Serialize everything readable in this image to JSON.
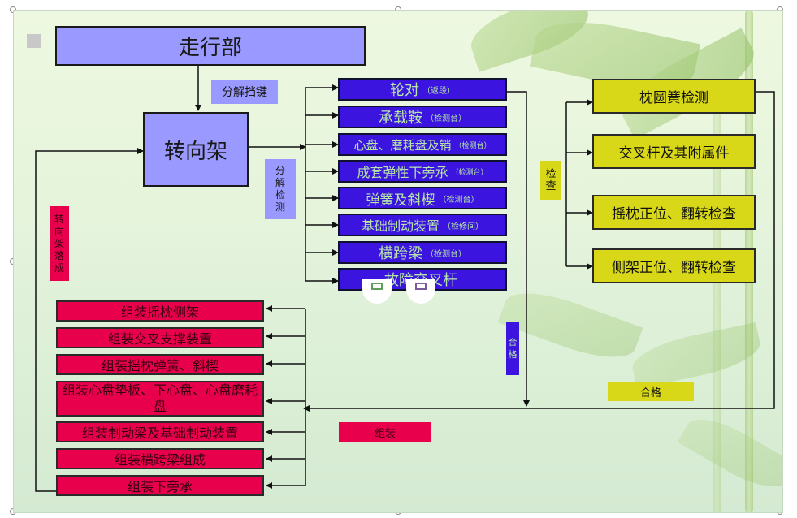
{
  "nodes": {
    "zouxingbu": "走行部",
    "fenjie_dangjian": "分解挡键",
    "zhuanxiangjia": "转向架",
    "fenjie_jiance": [
      "分",
      "解",
      "检",
      "测"
    ],
    "zhuanxiangjia_luocheng": [
      "转",
      "向",
      "架",
      "落",
      "成"
    ],
    "jiancha": [
      "检",
      "查"
    ],
    "hege_vertical": [
      "合",
      "格"
    ],
    "hege_label": "合格",
    "zuzhuang_label": "组装"
  },
  "inspect_items": [
    {
      "main": "轮对",
      "sub": "（返段）"
    },
    {
      "main": "承载鞍",
      "sub": "（检测台）"
    },
    {
      "main": "心盘、磨耗盘及销",
      "sub": "（检测台）"
    },
    {
      "main": "成套弹性下旁承",
      "sub": "（检测台）"
    },
    {
      "main": "弹簧及斜楔",
      "sub": "（检测台）"
    },
    {
      "main": "基础制动装置",
      "sub": "（检修间）"
    },
    {
      "main": "横跨梁",
      "sub": "（检测台）"
    },
    {
      "main": "故障交叉杆",
      "sub": ""
    }
  ],
  "check_items": [
    "枕圆簧检测",
    "交叉杆及其附属件",
    "摇枕正位、翻转检查",
    "侧架正位、翻转检查"
  ],
  "assembly_items": [
    "组装摇枕侧架",
    "组装交叉支撑装置",
    "组装摇枕弹簧、斜楔",
    "组装心盘垫板、下心盘、心盘磨耗盘",
    "组装制动梁及基础制动装置",
    "组装横跨梁组成",
    "组装下旁承"
  ],
  "colors": {
    "lavender": "#9999ff",
    "blue": "#3b14e0",
    "yellow": "#d8d818",
    "red": "#e8004c",
    "blue_text": "#b6e6a8"
  }
}
